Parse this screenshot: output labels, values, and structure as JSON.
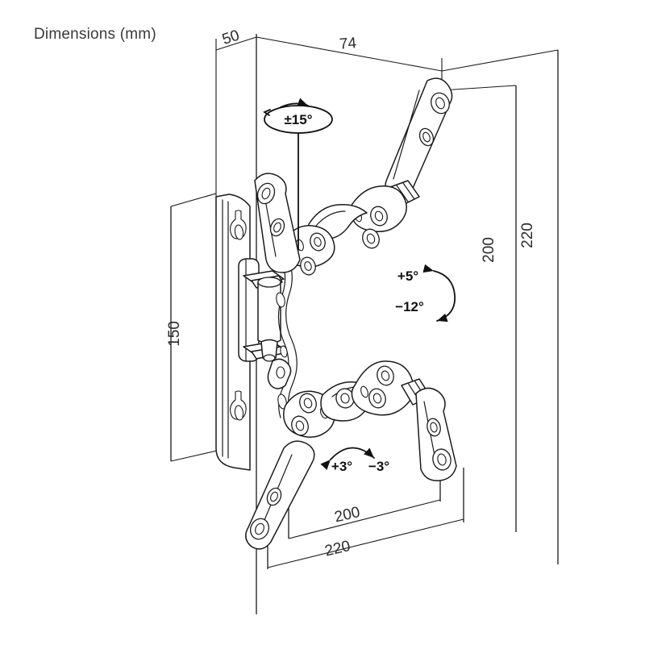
{
  "page": {
    "title": "Dimensions (mm)",
    "background_color": "#ffffff",
    "line_color": "#1a1a1a",
    "title_color": "#3a3a3a"
  },
  "product": {
    "name": "articulating-tv-wall-mount",
    "description": "Full-motion TV wall mount bracket with dual articulating arms, wall plate and VESA mounting plate"
  },
  "dimensions": {
    "depth_folded": "50",
    "depth_extended": "74",
    "wall_plate_height": "150",
    "vesa_height_inner": "200",
    "vesa_height_outer": "220",
    "vesa_width_inner": "200",
    "vesa_width_outer": "220"
  },
  "angles": {
    "swivel_top": "±15°",
    "tilt_up": "+5°",
    "tilt_down": "−12°",
    "rotate_left": "+3°",
    "rotate_right": "−3°"
  },
  "labels": {
    "top_50": "50",
    "top_74": "74",
    "left_150": "150",
    "right_200": "200",
    "right_220": "220",
    "bottom_200": "200",
    "bottom_220": "220",
    "angle_swivel": "±15°",
    "angle_tilt_up": "+5°",
    "angle_tilt_down": "−12°",
    "angle_rot_left": "+3°",
    "angle_rot_right": "−3°"
  }
}
